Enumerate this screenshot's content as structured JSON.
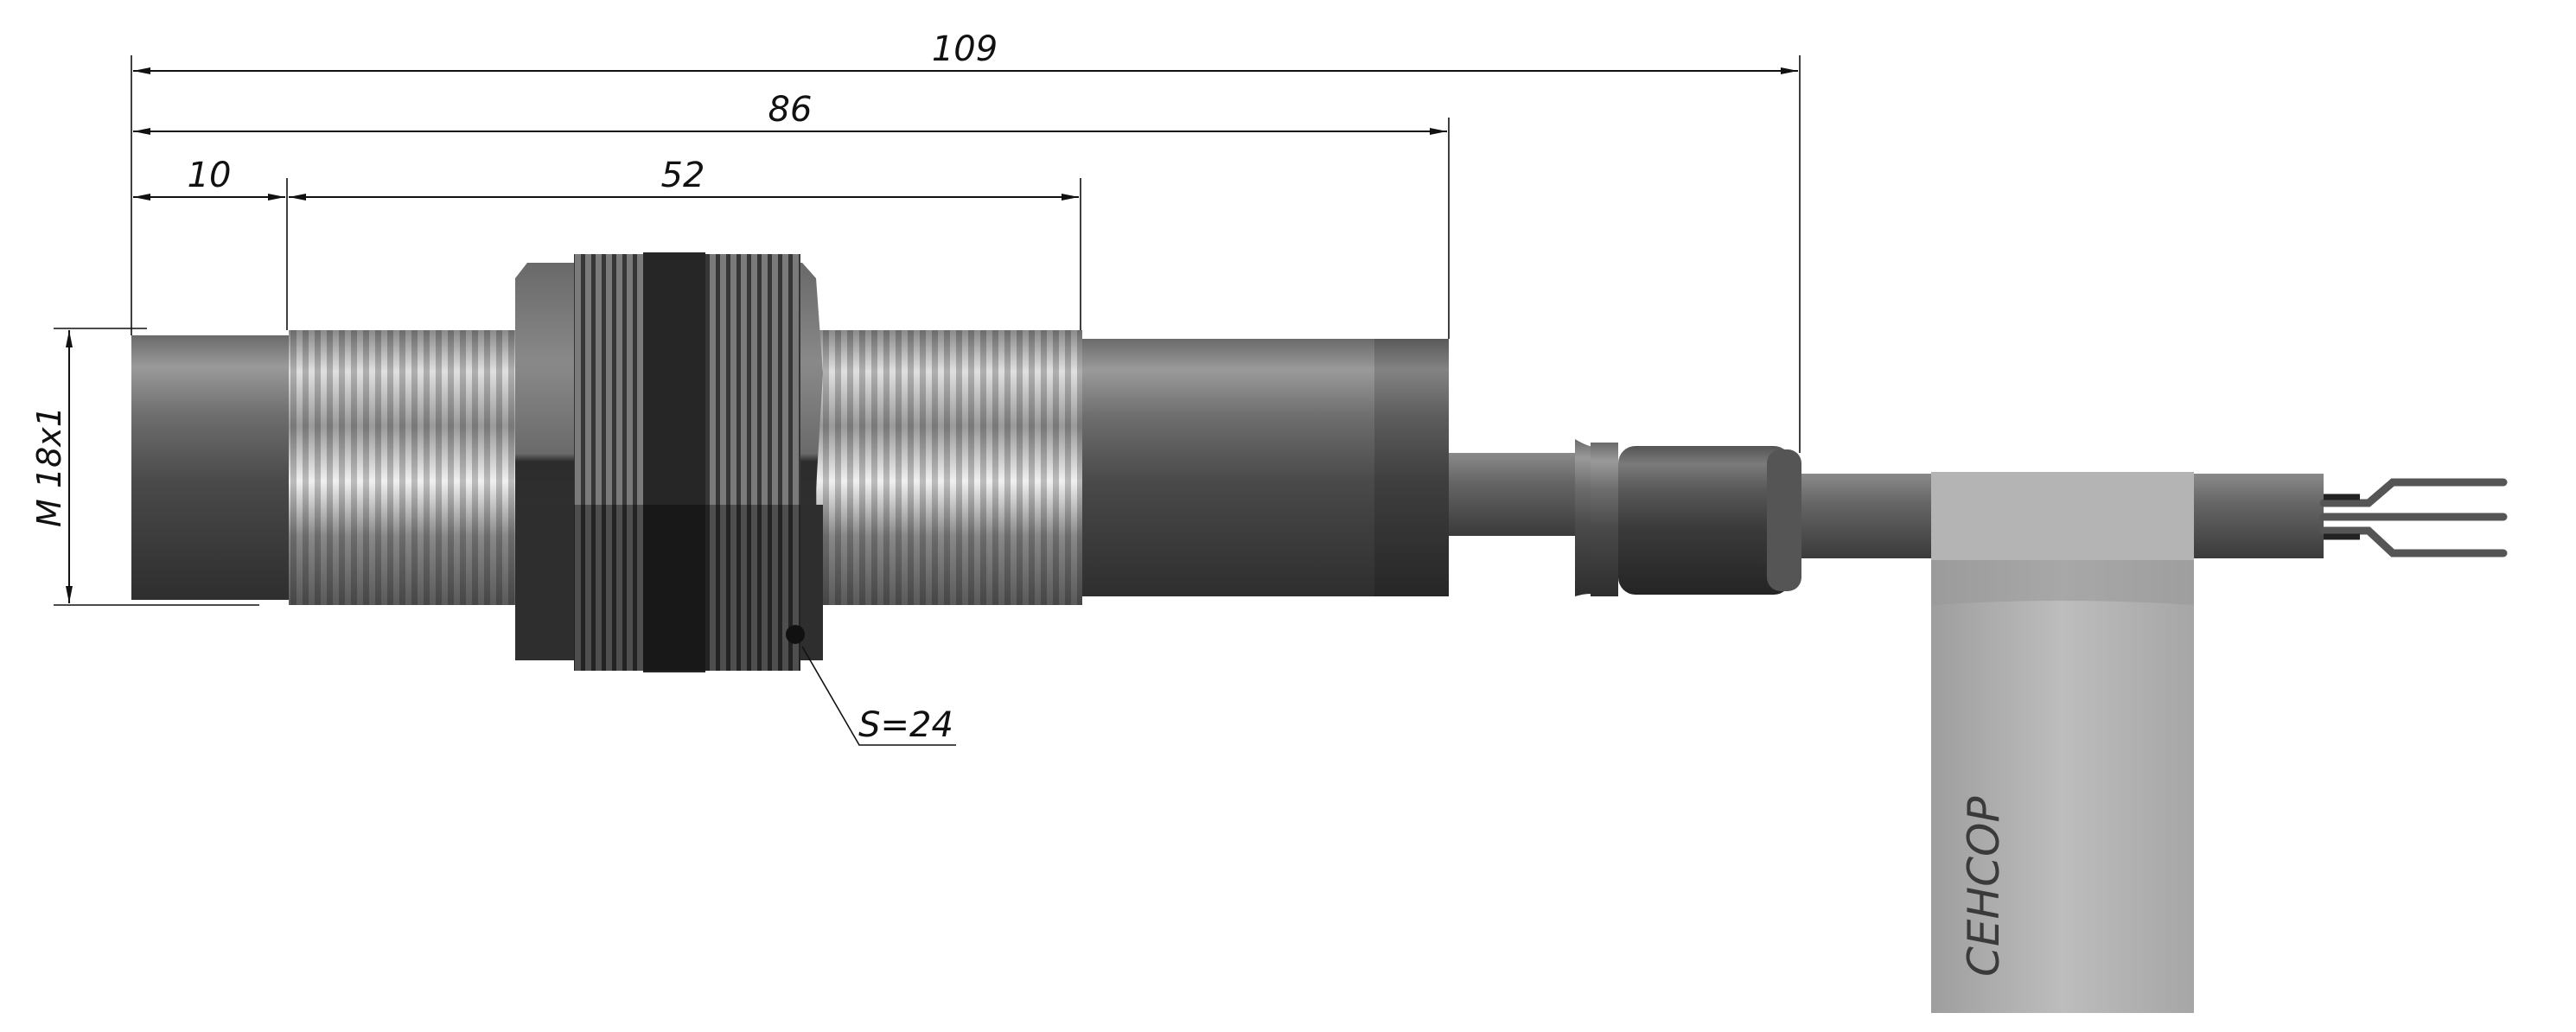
{
  "dimensions": {
    "overall_length": "109",
    "body_length": "86",
    "thread_offset": "10",
    "thread_length": "52",
    "thread_spec": "M 18x1",
    "wrench_size": "S=24"
  },
  "label": {
    "text": "СЕНСОР"
  },
  "colors": {
    "metal_dark": "#3c3c3c",
    "metal_mid": "#7a7a7a",
    "metal_light": "#d8d8d8",
    "nut_dark": "#2b2b2b",
    "label_gray": "#b0b0b0",
    "line": "#111111"
  }
}
